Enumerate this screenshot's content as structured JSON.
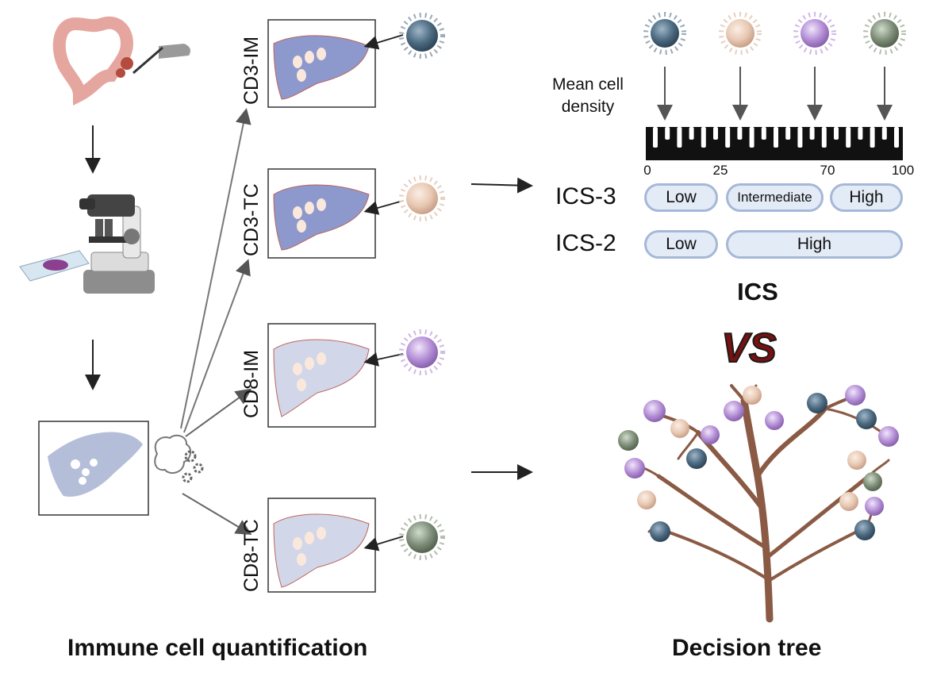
{
  "captions": {
    "left": "Immune cell quantification",
    "right": "Decision tree"
  },
  "panels": [
    {
      "label": "CD3-IM",
      "cell_color": "#4d6b82"
    },
    {
      "label": "CD3-TC",
      "cell_color": "#e8c9b4"
    },
    {
      "label": "CD8-IM",
      "cell_color": "#b48fd6"
    },
    {
      "label": "CD8-TC",
      "cell_color": "#7f8f7a"
    }
  ],
  "density": {
    "label_line1": "Mean cell",
    "label_line2": "density",
    "scale_values": [
      0,
      25,
      70,
      100
    ],
    "scale_ticks": [
      "0",
      "25",
      "70",
      "100"
    ]
  },
  "ics3": {
    "label": "ICS-3",
    "levels": [
      "Low",
      "Intermediate",
      "High"
    ]
  },
  "ics2": {
    "label": "ICS-2",
    "levels": [
      "Low",
      "High"
    ]
  },
  "ics_title": "ICS",
  "vs_text": "VS",
  "colors": {
    "cell_dark_blue": "#4d6b82",
    "cell_peach": "#e8c9b4",
    "cell_purple": "#b48fd6",
    "cell_green": "#7f8f7a",
    "tree_brown": "#8a5a44",
    "pill_fill": "#e3ebf6",
    "pill_border": "#a6b8d8"
  }
}
